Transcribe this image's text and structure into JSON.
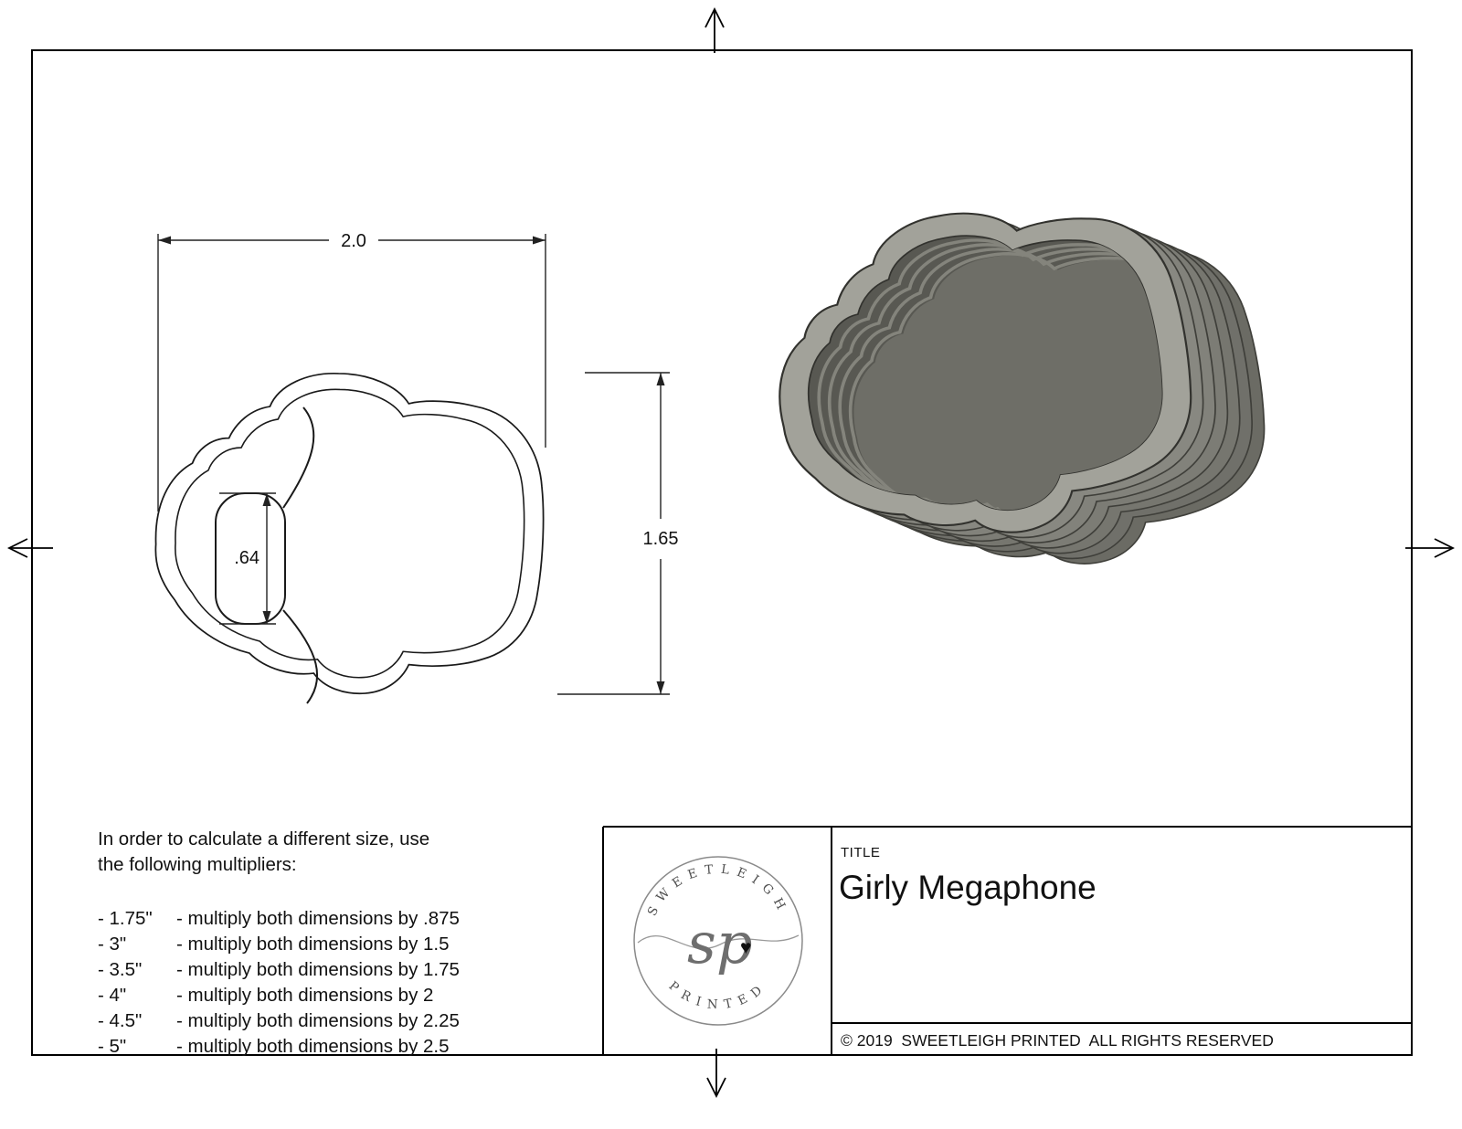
{
  "colors": {
    "line": "#1a1a1a",
    "heart_gold": "#c7a14b",
    "render_flange": "#a2a29a",
    "render_cavity": "#585852",
    "render_wall": "#7c7c75"
  },
  "dimensions": {
    "width_label": "2.0",
    "height_label": "1.65",
    "detail_label": ".64"
  },
  "multipliers": {
    "intro_line1": "In order to calculate a different size, use",
    "intro_line2": "the following multipliers:",
    "items": [
      {
        "size": "- 1.75\"",
        "rule": "- multiply both dimensions by .875"
      },
      {
        "size": "- 3\"",
        "rule": "- multiply both dimensions by 1.5"
      },
      {
        "size": "- 3.5\"",
        "rule": "- multiply both dimensions by 1.75"
      },
      {
        "size": "- 4\"",
        "rule": "- multiply both dimensions by 2"
      },
      {
        "size": "- 4.5\"",
        "rule": "- multiply both dimensions by 2.25"
      },
      {
        "size": "- 5\"",
        "rule": "- multiply both dimensions by 2.5"
      }
    ]
  },
  "title_block": {
    "title_label": "TITLE",
    "title": "Girly Megaphone",
    "copyright": "© 2019  SWEETLEIGH PRINTED  ALL RIGHTS RESERVED"
  },
  "logo": {
    "arc_top": "SWEETLEIGH",
    "arc_bottom": "PRINTED",
    "monogram": "sp",
    "heart": "♥"
  }
}
